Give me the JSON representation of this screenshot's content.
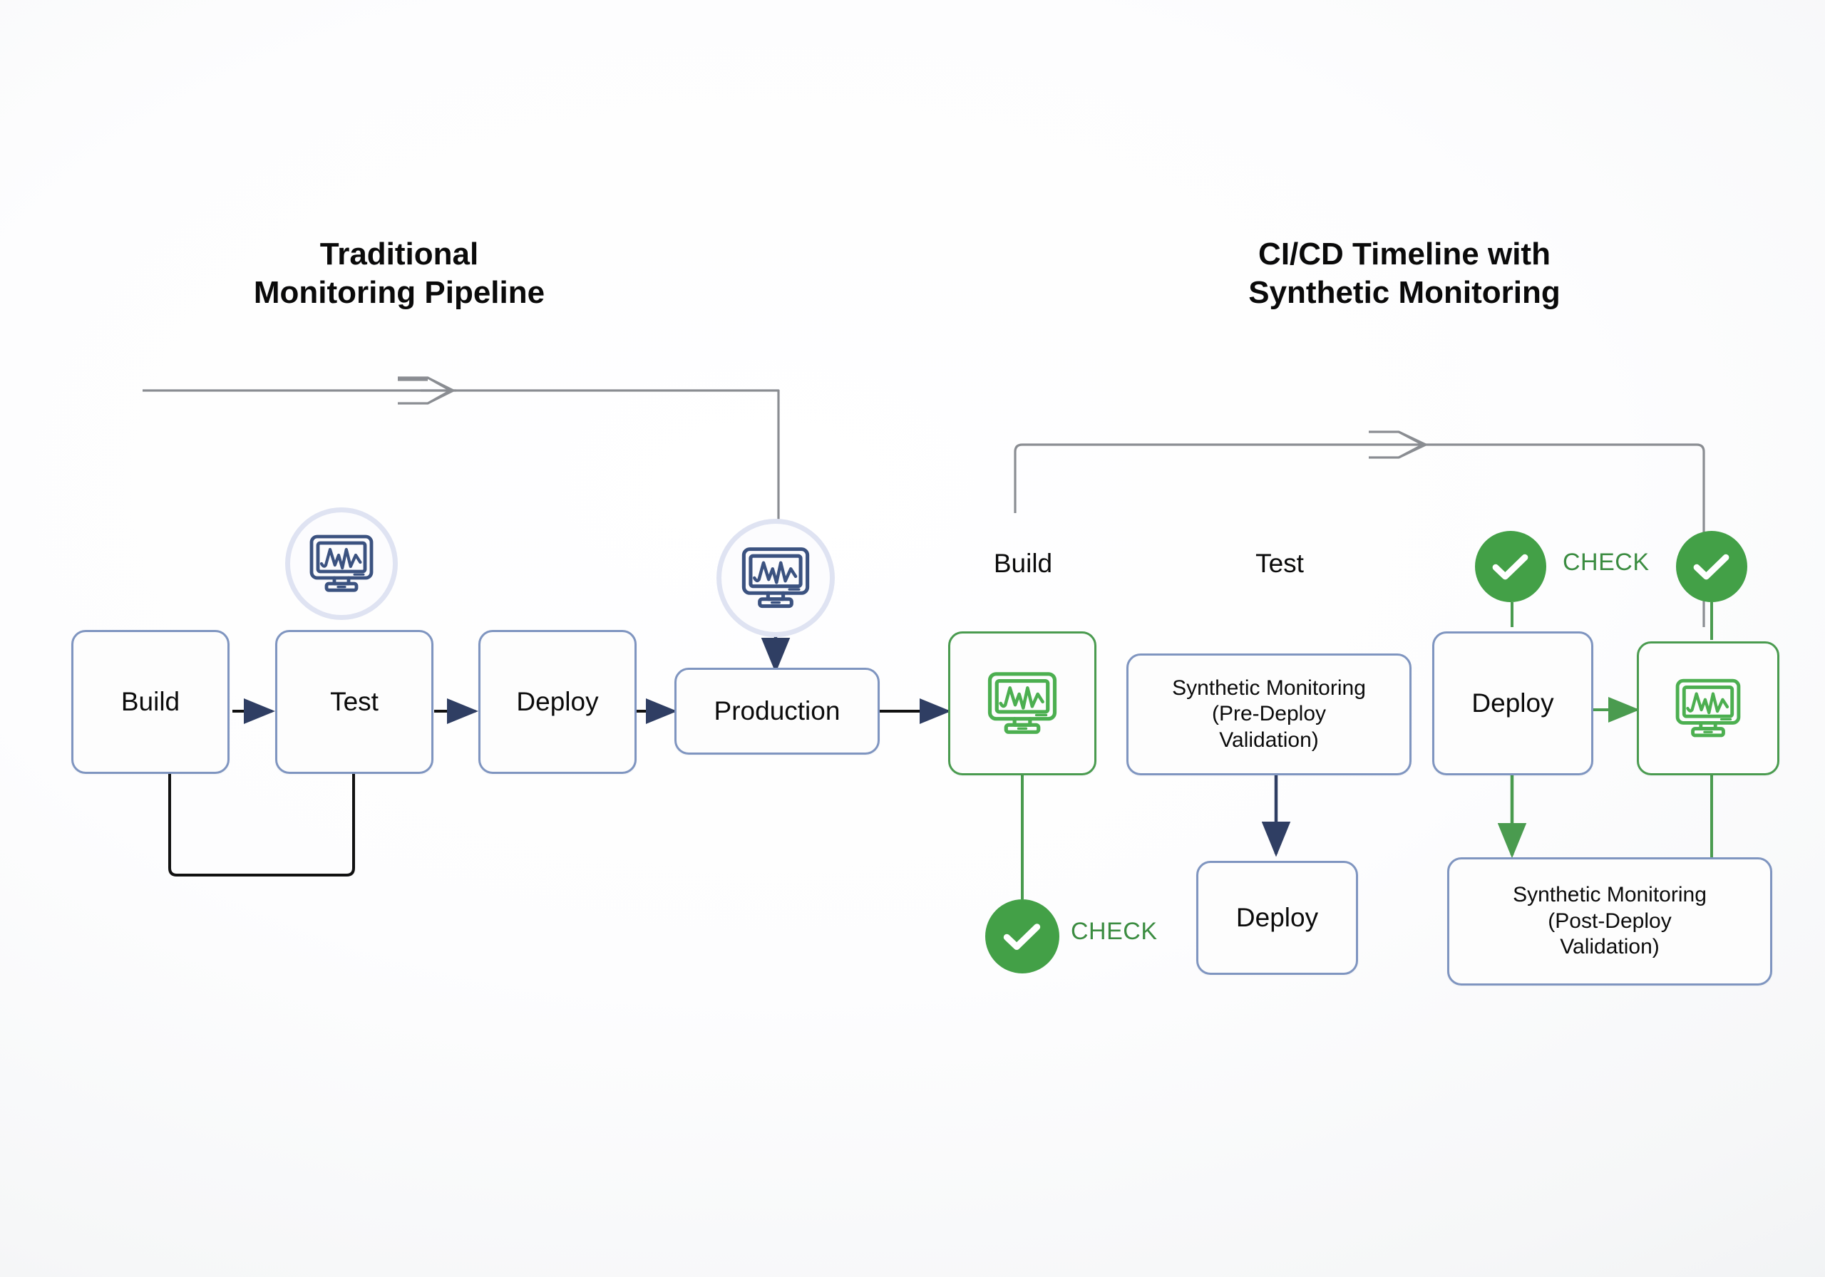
{
  "diagram": {
    "title_left": "Traditional\nMonitoring Pipeline",
    "title_right": "CI/CD Timeline with\nSynthetic Monitoring"
  },
  "colors": {
    "node_border_blue": "#7f95c0",
    "node_border_green": "#4a9b4f",
    "check_green": "#43a047",
    "check_text_green": "#3b8c41",
    "icon_blue": "#3b5280",
    "icon_green": "#4caf50",
    "arrow_dark": "#2f3e63",
    "timeline_gray": "#8a8d92",
    "loop_black": "#111111",
    "icon_ring": "#dfe3f2",
    "background": "#f4f5f6"
  },
  "left_pipeline": {
    "nodes": [
      {
        "id": "build",
        "label": "Build"
      },
      {
        "id": "test",
        "label": "Test"
      },
      {
        "id": "deploy",
        "label": "Deploy"
      },
      {
        "id": "production",
        "label": "Production"
      }
    ],
    "icons": [
      {
        "id": "monitor-over-test",
        "name": "monitor-waveform-icon"
      },
      {
        "id": "monitor-over-production",
        "name": "monitor-waveform-icon"
      }
    ]
  },
  "right_pipeline": {
    "stage_labels": [
      {
        "id": "build",
        "label": "Build"
      },
      {
        "id": "test",
        "label": "Test"
      }
    ],
    "nodes": [
      {
        "id": "build-monitor",
        "label": "",
        "icon": "monitor-waveform-icon",
        "variant": "green"
      },
      {
        "id": "pre-deploy",
        "label": "Synthetic Monitoring\n(Pre-Deploy\nValidation)",
        "variant": "blue"
      },
      {
        "id": "deploy-mid",
        "label": "Deploy",
        "variant": "blue"
      },
      {
        "id": "deploy-right",
        "label": "Deploy",
        "variant": "blue"
      },
      {
        "id": "post-monitor",
        "label": "",
        "icon": "monitor-waveform-icon",
        "variant": "green"
      },
      {
        "id": "post-deploy",
        "label": "Synthetic Monitoring\n(Post-Deploy\nValidation)",
        "variant": "blue"
      }
    ],
    "checks": [
      {
        "id": "check-build",
        "label": "CHECK"
      },
      {
        "id": "check-top",
        "label": "CHECK"
      }
    ]
  }
}
